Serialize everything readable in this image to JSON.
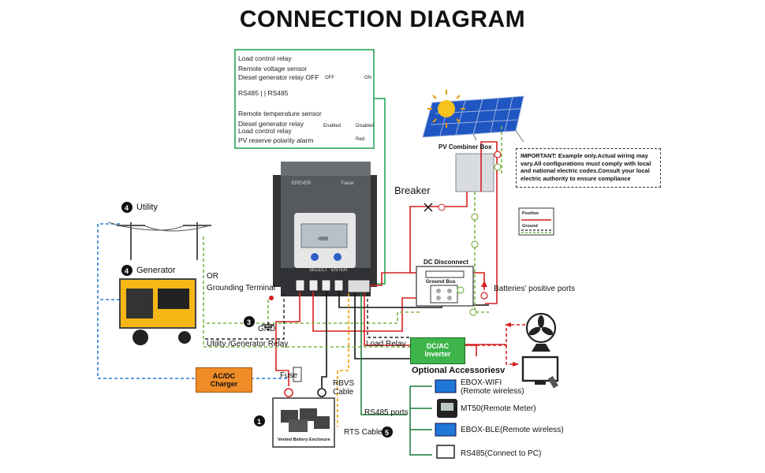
{
  "title": "CONNECTION DIAGRAM",
  "panel": {
    "load_relay": "Load control relay",
    "remote_voltage": "Remote voltage sensor",
    "diesel_off": "Diesel generator relay OFF",
    "rs485": "RS485 | | RS485",
    "remote_temp": "Remote temperature sensor",
    "diesel_relay": "Diesel generator relay",
    "load_relay2": "Load control relay",
    "pv_alarm": "PV reserve polarity alarm",
    "enabled": "Enabled",
    "disabled": "Disabled",
    "off": "OFF",
    "on": "ON",
    "red": "Red"
  },
  "controller": {
    "brand": "EPEVER",
    "model": "Tracer",
    "select": "SELECT",
    "enter": "ENTER",
    "display": "-888"
  },
  "labels": {
    "utility": "Utility",
    "utility_num": "4",
    "generator": "Generator",
    "generator_num": "4",
    "or": "OR",
    "grounding_terminal": "Grounding Terminal",
    "gnd": "GND",
    "gnd_num": "3",
    "utility_gen_relay": "Utility /Generator Relay",
    "load_relay": "Load Relay",
    "ac_dc_charger": "AC/DC\nCharger",
    "fuse": "Fuse",
    "rbvs": "RBVS",
    "cable": "Cable",
    "rs485_ports": "RS485 ports",
    "rts_cable": "RTS Cable",
    "rts_num": "5",
    "battery_num": "1",
    "battery_enclosure": "Vented Battery Enclosure",
    "breaker": "Breaker",
    "pv_combiner": "PV Combiner Box",
    "dc_disconnect": "DC Disconnect",
    "ground_bus": "Ground Bus",
    "batteries_positive": "Batteries' positive ports",
    "dc_ac_inverter": "DC/AC\nInverter",
    "optional_accessories": "Optional Accessoriesv",
    "ebox_wifi": "EBOX-WIFI",
    "ebox_wifi_sub": "(Remote wireless)",
    "mt50": "MT50(Remote Meter)",
    "ebox_ble": "EBOX-BLE(Remote wireless)",
    "rs485_pc": "RS485(Connect to PC)",
    "positive": "Positive",
    "ground": "Ground",
    "important": "IMPORTANT: Example only.Actual wiring may vary.All configurations must comply with local and national electric codes.Consult your local electric authority to ensure compliance"
  },
  "colors": {
    "positive_wire": "#d62020",
    "negative_wire": "#111111",
    "ground_wire": "#7ab648",
    "comm_wire": "#2a7fd4",
    "relay_wire": "#c8a000",
    "panel_border": "#1aa04a",
    "charger_fill": "#f08c28",
    "inverter_fill": "#3db54a",
    "rts_wire": "#f5a000",
    "solar_blue": "#1f56c2"
  }
}
